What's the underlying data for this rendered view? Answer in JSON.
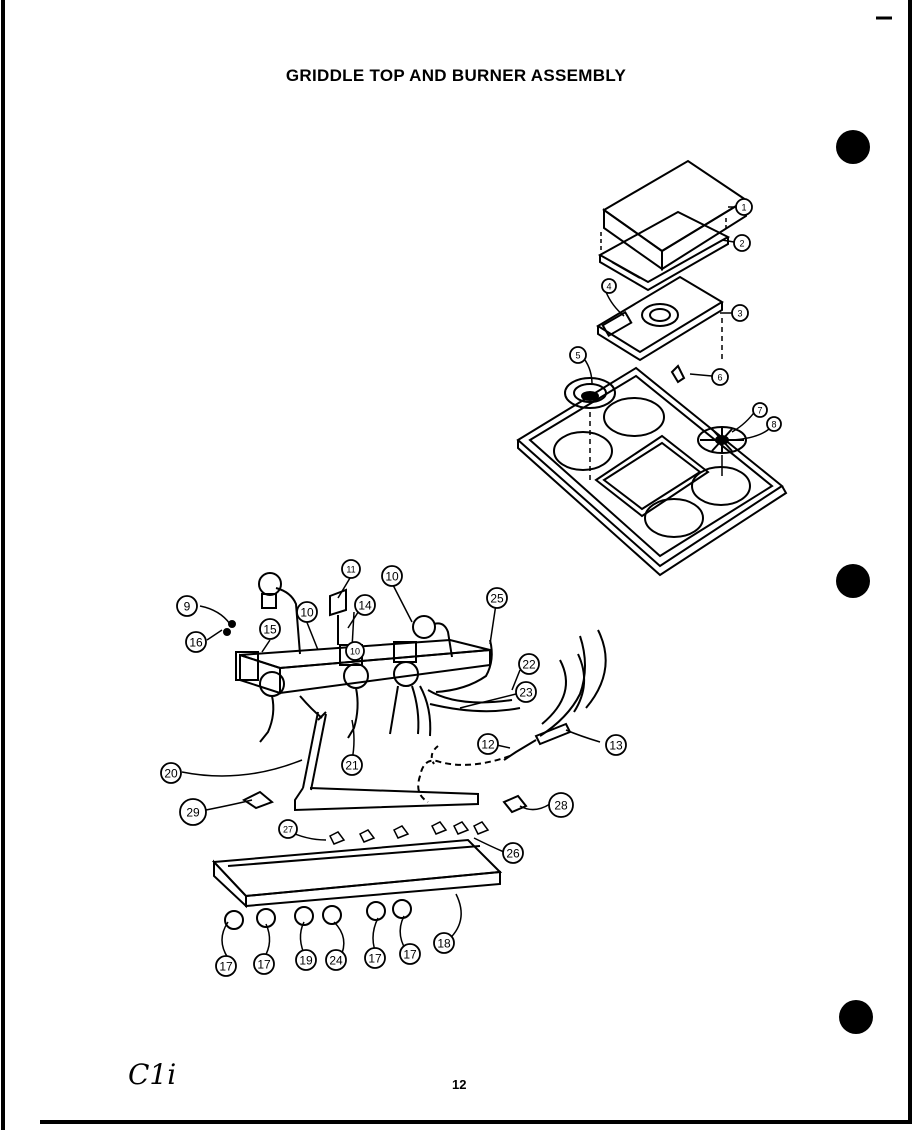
{
  "page": {
    "title": "GRIDDLE TOP AND BURNER ASSEMBLY",
    "page_number": "12",
    "handwritten_note": "C1i"
  },
  "callouts": [
    "1",
    "2",
    "3",
    "4",
    "5",
    "6",
    "7",
    "8",
    "9",
    "10",
    "10",
    "10",
    "11",
    "12",
    "13",
    "14",
    "15",
    "16",
    "17",
    "17",
    "17",
    "17",
    "18",
    "19",
    "20",
    "21",
    "22",
    "23",
    "24",
    "25",
    "26",
    "27",
    "28",
    "29"
  ]
}
